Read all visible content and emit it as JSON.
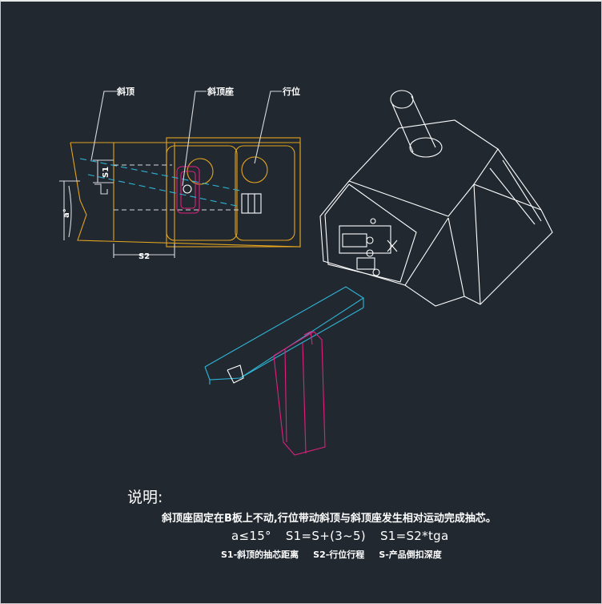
{
  "labels": {
    "slanted_top": "斜顶",
    "slanted_top_seat": "斜顶座",
    "slider": "行位",
    "s1": "S1",
    "s2": "S2",
    "angle": "a°"
  },
  "notes": {
    "title": "说明:",
    "line1": "斜顶座固定在B板上不动,行位带动斜顶与斜顶座发生相对运动完成抽芯。",
    "formula_angle": "a≤15°",
    "formula_s1": "S1=S+(3~5)",
    "formula_s1_s2": "S1=S2*tga",
    "legend_s1": "S1-斜顶的抽芯距离",
    "legend_s2": "S2-行位行程",
    "legend_s": "S-产品倒扣深度"
  },
  "colors": {
    "background": "#212830",
    "outline_orange": "#e3a51f",
    "cyan": "#2fb5d6",
    "magenta": "#e0207e",
    "white": "#ffffff",
    "leader": "#d7d9dc"
  }
}
